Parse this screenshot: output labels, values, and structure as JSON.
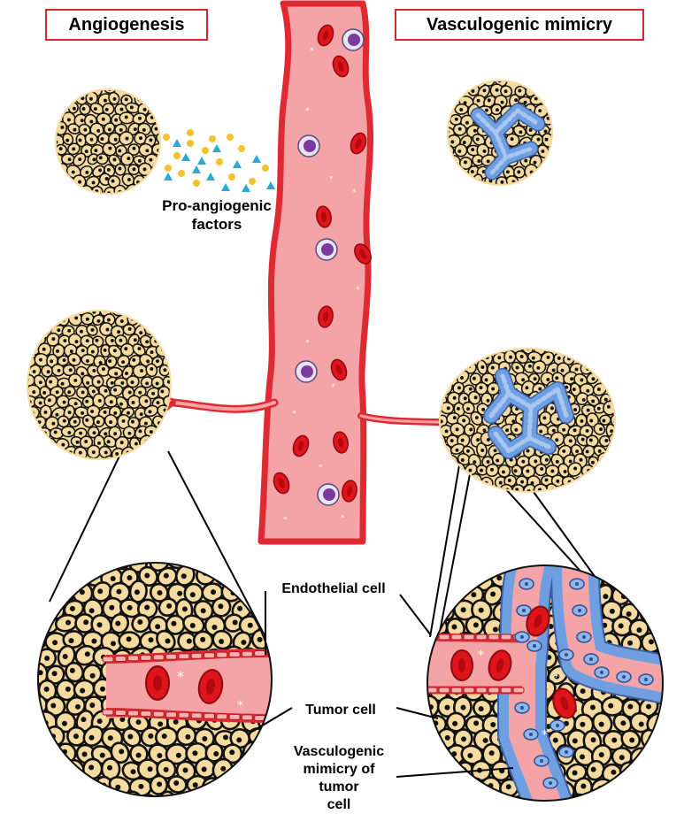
{
  "titles": {
    "left": "Angiogenesis",
    "right": "Vasculogenic mimicry"
  },
  "labels": {
    "factors_line1": "Pro-angiogenic",
    "factors_line2": "factors",
    "endothelial": "Endothelial cell",
    "tumor": "Tumor cell",
    "vm_line1": "Vasculogenic",
    "vm_line2": "mimicry of tumor",
    "vm_line3": "cell"
  },
  "colors": {
    "border_red": "#d42a2a",
    "vessel_fill": "#f4a3a6",
    "vessel_wall": "#e02a33",
    "tumor_fill": "#f6dba0",
    "rbc": "#e0141b",
    "vm_blue": "#6f9fe0",
    "factor_yellow": "#f2c230",
    "factor_blue": "#2aa8d8",
    "leukocyte_fill": "#e8e4f4",
    "leukocyte_nucleus": "#7a3aa0"
  }
}
